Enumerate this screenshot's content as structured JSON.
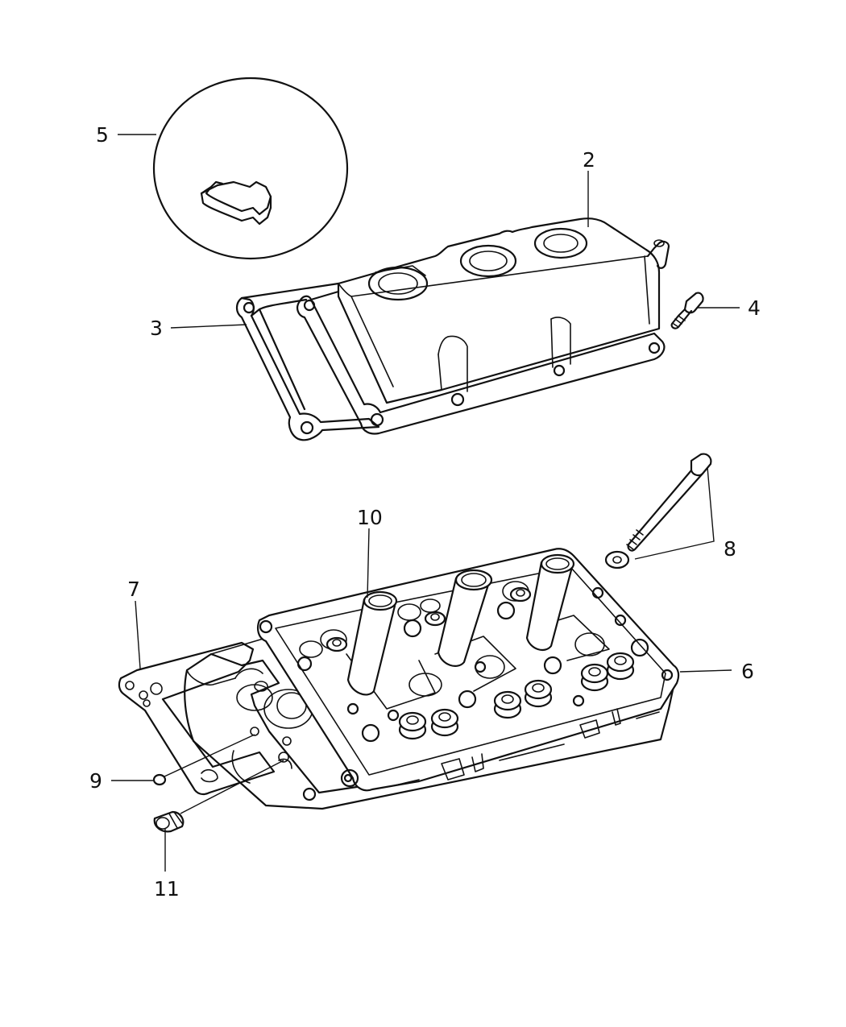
{
  "callouts": [
    {
      "id": "c2",
      "label": "2"
    },
    {
      "id": "c3",
      "label": "3"
    },
    {
      "id": "c4",
      "label": "4"
    },
    {
      "id": "c5",
      "label": "5"
    },
    {
      "id": "c6",
      "label": "6"
    },
    {
      "id": "c7",
      "label": "7"
    },
    {
      "id": "c8",
      "label": "8"
    },
    {
      "id": "c9",
      "label": "9"
    },
    {
      "id": "c10",
      "label": "10"
    },
    {
      "id": "c11",
      "label": "11"
    }
  ],
  "colors": {
    "line": "#111111",
    "background": "#ffffff"
  }
}
